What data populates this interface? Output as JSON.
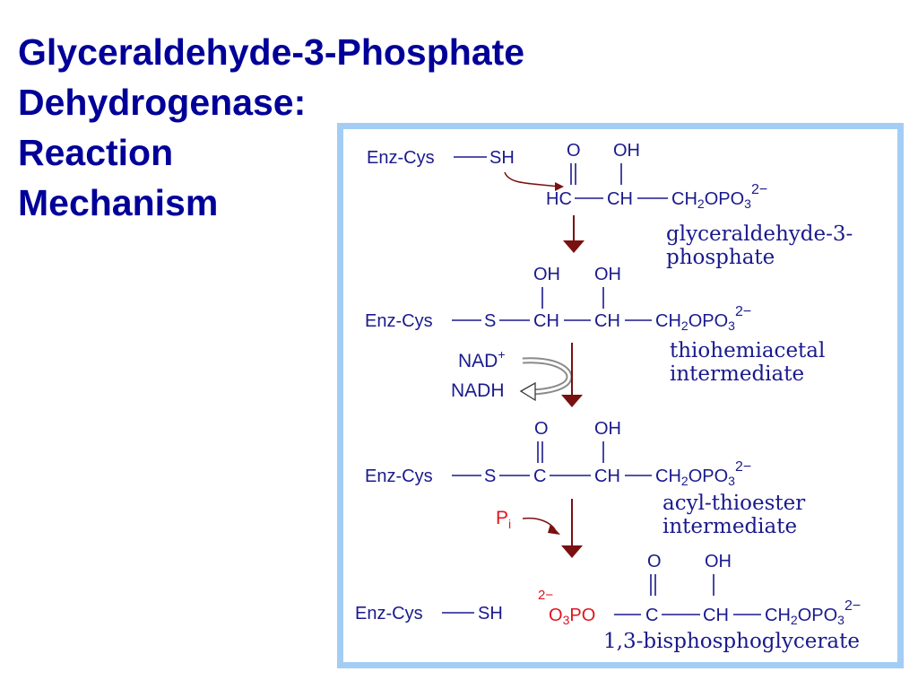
{
  "title": {
    "lines": [
      "Glyceraldehyde-3-Phosphate",
      "Dehydrogenase:",
      "Reaction",
      "Mechanism"
    ]
  },
  "diagram": {
    "colors": {
      "text": "#1a1a8c",
      "arrow": "#7a1010",
      "red": "#e0141e",
      "frame": "#a3cdf5"
    },
    "step1": {
      "enzyme": "Enz-Cys",
      "sh": "SH",
      "o": "O",
      "oh": "OH",
      "hc": "HC",
      "ch": "CH",
      "ch2": "CH",
      "opo": "OPO",
      "sub2": "2",
      "sub3": "3",
      "charge": "2−",
      "label1": "glyceraldehyde-3-",
      "label2": "phosphate"
    },
    "step2": {
      "enzyme": "Enz-Cys",
      "s": "S",
      "oh1": "OH",
      "oh2": "OH",
      "ch_a": "CH",
      "ch_b": "CH",
      "ch2": "CH",
      "opo": "OPO",
      "sub2": "2",
      "sub3": "3",
      "charge": "2−",
      "label1": "thiohemiacetal",
      "label2": "intermediate",
      "nad": "NAD",
      "nad_charge": "+",
      "nadh": "NADH"
    },
    "step3": {
      "enzyme": "Enz-Cys",
      "s": "S",
      "o": "O",
      "oh": "OH",
      "c": "C",
      "ch": "CH",
      "ch2": "CH",
      "opo": "OPO",
      "sub2": "2",
      "sub3": "3",
      "charge": "2−",
      "label1": "acyl-thioester",
      "label2": "intermediate",
      "pi": "P",
      "pi_sub": "i"
    },
    "step4": {
      "enzyme": "Enz-Cys",
      "sh": "SH",
      "pre_charge": "2−",
      "o3po": "O",
      "o3po_sub": "3",
      "o3po_po": "PO",
      "o": "O",
      "oh": "OH",
      "c": "C",
      "ch": "CH",
      "ch2": "CH",
      "opo": "OPO",
      "sub2": "2",
      "sub3": "3",
      "charge": "2−",
      "label": "1,3-bisphosphoglycerate"
    }
  }
}
